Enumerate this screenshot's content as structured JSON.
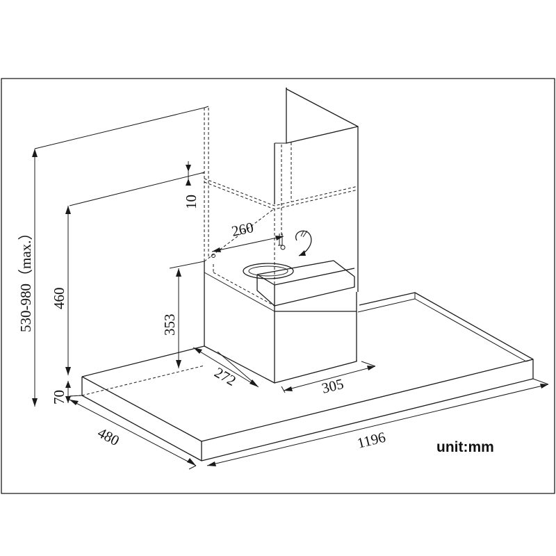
{
  "dimensions": {
    "overall_height": "530-980（max.）",
    "chimney_height": "460",
    "body_height": "353",
    "top_gap": "10",
    "canopy_thickness": "70",
    "outlet_offset": "260",
    "body_depth": "272",
    "body_width": "305",
    "canopy_depth": "480",
    "canopy_width": "1196"
  },
  "unit_label": "unit:mm",
  "colors": {
    "line": "#1a1a1a",
    "background": "#ffffff"
  }
}
